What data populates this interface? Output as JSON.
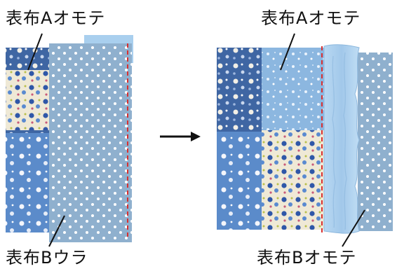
{
  "labels": {
    "left_top": "表布Aオモテ",
    "left_bottom": "表布Bウラ",
    "right_top": "表布Aオモテ",
    "right_bottom": "表布Bオモテ"
  },
  "colors": {
    "navy_floral": "#4a6fa8",
    "light_floral": "#eee8d5",
    "sky_floral": "#8fb8df",
    "mid_blue_floral": "#5a8ac8",
    "polka_blue": "#8eb0cf",
    "ruffle_blue": "#a9cfee",
    "stitch_red": "#d83030"
  },
  "icons": {
    "arrow": "right-arrow-icon"
  }
}
